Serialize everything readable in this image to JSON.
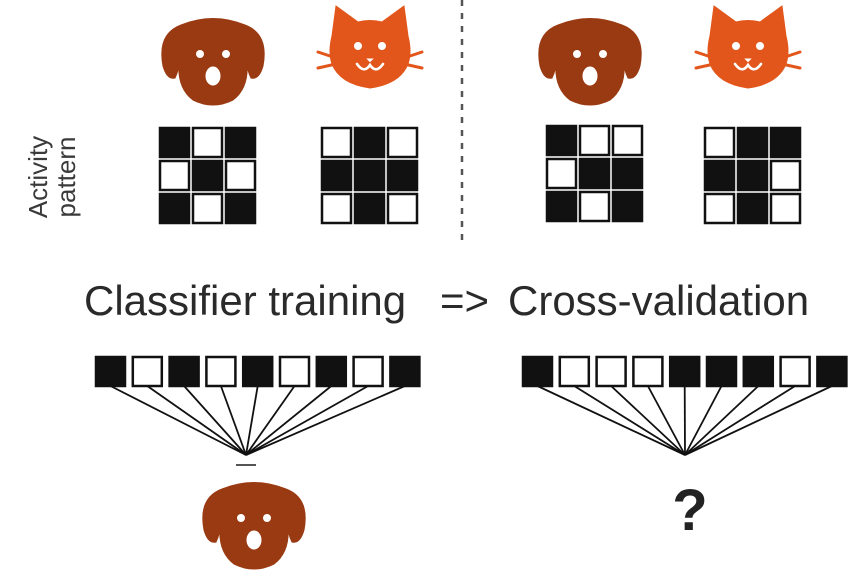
{
  "labels": {
    "activity_line1": "Activity",
    "activity_line2": "pattern",
    "classifier_training": "Classifier training",
    "arrow": "=>",
    "cross_validation": "Cross-validation",
    "question": "?"
  },
  "colors": {
    "dog": "#9a3a12",
    "cat": "#e2561c",
    "filled": "#111111",
    "empty": "#ffffff",
    "stroke": "#111111",
    "divider": "#555555"
  },
  "icons": {
    "top_left": [
      "dog-face-icon",
      "cat-face-icon"
    ],
    "top_right": [
      "dog-face-icon",
      "cat-face-icon"
    ],
    "bottom_left_output": "dog-face-icon",
    "bottom_right_output": "question-mark"
  },
  "patterns": {
    "training_dog": [
      1,
      0,
      1,
      0,
      1,
      0,
      1,
      0,
      1
    ],
    "training_cat": [
      0,
      1,
      0,
      1,
      1,
      1,
      0,
      1,
      0
    ],
    "test_dog": [
      1,
      0,
      0,
      0,
      1,
      1,
      1,
      0,
      1
    ],
    "test_cat": [
      0,
      1,
      1,
      1,
      1,
      0,
      0,
      1,
      0
    ],
    "vector_training": [
      1,
      0,
      1,
      0,
      1,
      0,
      1,
      0,
      1
    ],
    "vector_test": [
      1,
      0,
      0,
      0,
      1,
      1,
      1,
      0,
      1
    ]
  }
}
